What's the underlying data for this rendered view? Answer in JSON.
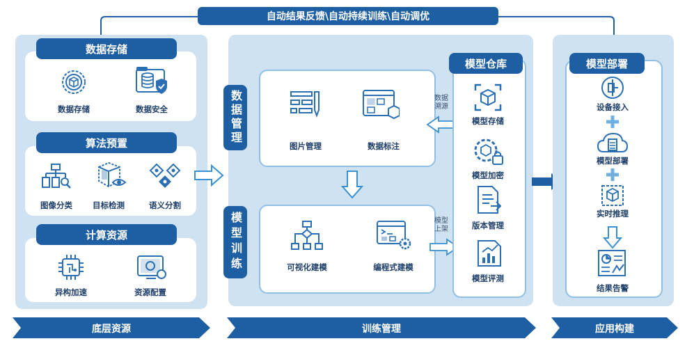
{
  "feedback_bar": "自动结果反馈\\自动持续训练\\自动调优",
  "base": {
    "storage": {
      "title": "数据存储",
      "items": [
        "数据存储",
        "数据安全"
      ]
    },
    "algo": {
      "title": "算法预置",
      "items": [
        "图像分类",
        "目标检测",
        "语义分割"
      ]
    },
    "compute": {
      "title": "计算资源",
      "items": [
        "异构加速",
        "资源配置"
      ]
    }
  },
  "training": {
    "data_mgmt": {
      "title": "数据管理",
      "items": [
        "图片管理",
        "数据标注"
      ]
    },
    "model_train": {
      "title": "模型训练",
      "items": [
        "可视化建模",
        "编程式建模"
      ]
    },
    "repo": {
      "title": "模型仓库",
      "items": [
        "模型存储",
        "模型加密",
        "版本管理",
        "模型评测"
      ]
    },
    "arrow_source": "数据溯源",
    "arrow_publish": "模型上架"
  },
  "deploy": {
    "title": "模型部署",
    "items": [
      "设备接入",
      "模型部署",
      "实时推理",
      "结果告警"
    ]
  },
  "footer": {
    "base": "底层资源",
    "training": "训练管理",
    "app": "应用构建"
  },
  "colors": {
    "primary": "#1e5fa3",
    "panel": "#cfe2f1",
    "accent": "#3a8fd0"
  }
}
